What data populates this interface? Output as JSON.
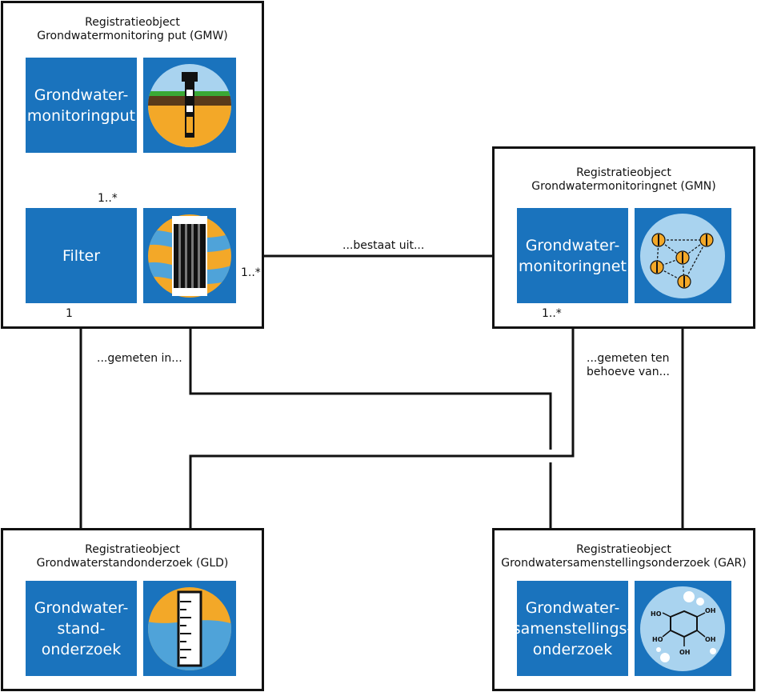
{
  "objects": {
    "gmw": {
      "line1": "Registratieobject",
      "line2": "Grondwatermonitoring put (GMW)",
      "tile1": "Grondwater-\nmonitoringput",
      "tile2": "Filter"
    },
    "gmn": {
      "line1": "Registratieobject",
      "line2": "Grondwatermonitoringnet (GMN)",
      "tile1": "Grondwater-\nmonitoringnet"
    },
    "gld": {
      "line1": "Registratieobject",
      "line2": "Grondwaterstandonderzoek (GLD)",
      "tile1": "Grondwater-\nstand-\nonderzoek"
    },
    "gar": {
      "line1": "Registratieobject",
      "line2": "Grondwatersamenstellingsonderzoek (GAR)",
      "tile1": "Grondwater-\nsamenstellings-\nonderzoek"
    }
  },
  "relations": {
    "put_filter_mult": "1..*",
    "bestaat_uit": "...bestaat uit...",
    "bestaat_uit_mult": "1..*",
    "gemeten_in": "...gemeten in...",
    "gemeten_in_mult": "1",
    "gemeten_ten_behoeve": "...gemeten ten\nbehoeve van...",
    "gemeten_ten_behoeve_mult": "1..*"
  },
  "molecule_labels": [
    "HO",
    "OH",
    "HO",
    "OH",
    "OH"
  ],
  "colors": {
    "tile": "#1a73bd",
    "sand": "#f3a828",
    "water": "#4fa3d9",
    "light": "#a9d3ef",
    "grass": "#3aa935",
    "soil": "#5a3a1a"
  }
}
